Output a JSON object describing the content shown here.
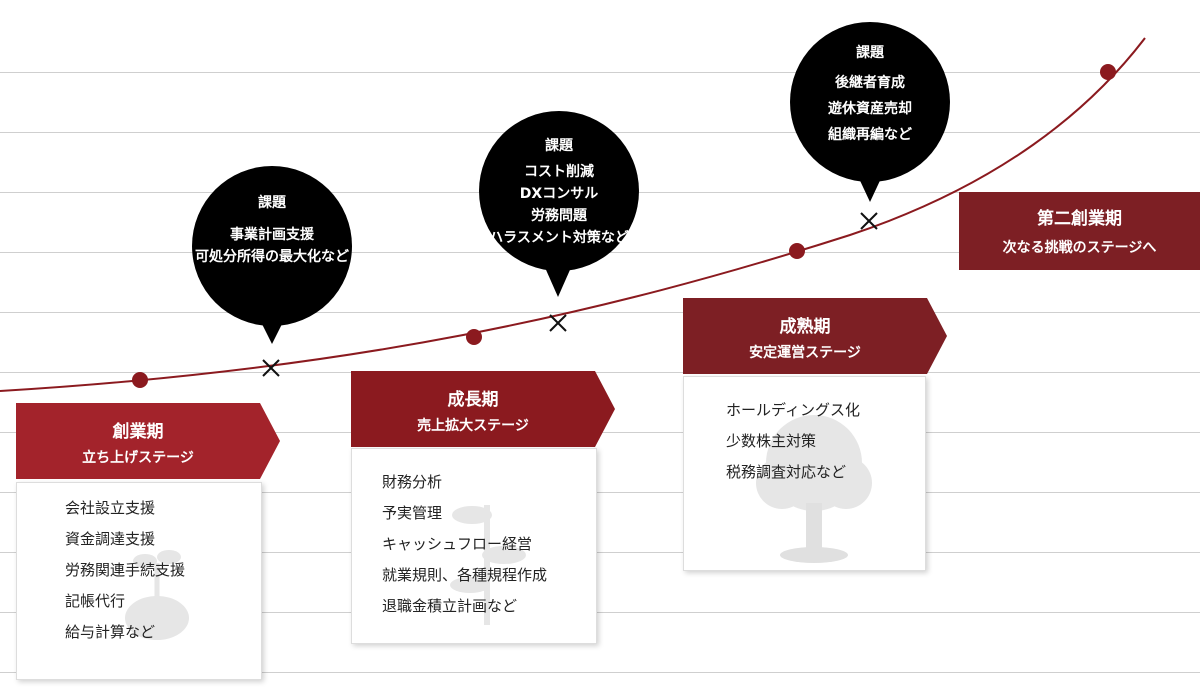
{
  "bubbles": [
    {
      "title": "課題",
      "lines": [
        "事業計画支援",
        "可処分所得の最大化など"
      ]
    },
    {
      "title": "課題",
      "lines": [
        "コスト削減",
        "DXコンサル",
        "労務問題",
        "ハラスメント対策など"
      ]
    },
    {
      "title": "課題",
      "lines": [
        "後継者育成",
        "遊休資産売却",
        "組織再編など"
      ]
    }
  ],
  "stages": [
    {
      "name": "創業期",
      "subtitle": "立ち上げステージ",
      "items": [
        "会社設立支援",
        "資金調達支援",
        "労務関連手続支援",
        "記帳代行",
        "給与計算など"
      ]
    },
    {
      "name": "成長期",
      "subtitle": "売上拡大ステージ",
      "items": [
        "財務分析",
        "予実管理",
        "キャッシュフロー経営",
        "就業規則、各種規程作成",
        "退職金積立計画など"
      ]
    },
    {
      "name": "成熟期",
      "subtitle": "安定運営ステージ",
      "items": [
        "ホールディングス化",
        "少数株主対策",
        "税務調査対応など"
      ]
    }
  ],
  "second_stage": {
    "name": "第二創業期",
    "subtitle": "次なる挑戦のステージへ"
  },
  "colors": {
    "curve": "#8b1a1f",
    "banner_dark": "#7d1f24",
    "banner_light": "#a3232b",
    "bubble": "#000000",
    "grid": "#cfcfcf"
  }
}
